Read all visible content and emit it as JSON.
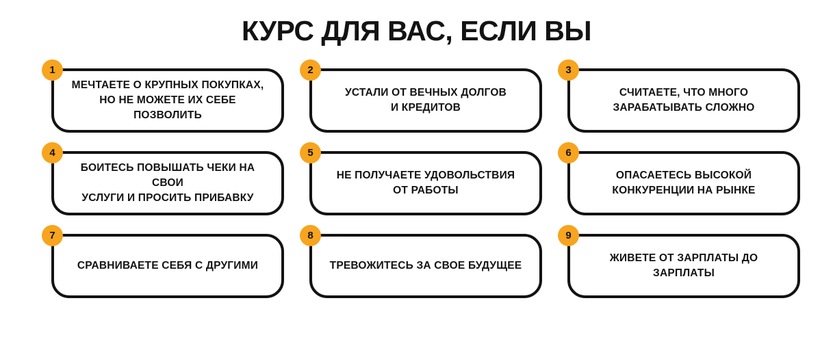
{
  "title": "КУРС ДЛЯ ВАС, ЕСЛИ ВЫ",
  "colors": {
    "accent": "#F7A41F",
    "ink": "#131313",
    "background": "#FFFFFF"
  },
  "cards": [
    {
      "number": "1",
      "text": "МЕЧТАЕТЕ О КРУПНЫХ ПОКУПКАХ,\nНО НЕ МОЖЕТЕ ИХ СЕБЕ ПОЗВОЛИТЬ"
    },
    {
      "number": "2",
      "text": "УСТАЛИ ОТ ВЕЧНЫХ ДОЛГОВ\nИ КРЕДИТОВ"
    },
    {
      "number": "3",
      "text": "СЧИТАЕТЕ, ЧТО МНОГО\nЗАРАБАТЫВАТЬ СЛОЖНО"
    },
    {
      "number": "4",
      "text": "БОИТЕСЬ ПОВЫШАТЬ ЧЕКИ НА СВОИ\nУСЛУГИ И ПРОСИТЬ ПРИБАВКУ"
    },
    {
      "number": "5",
      "text": "НЕ ПОЛУЧАЕТЕ УДОВОЛЬСТВИЯ\nОТ РАБОТЫ"
    },
    {
      "number": "6",
      "text": "ОПАСАЕТЕСЬ ВЫСОКОЙ\nКОНКУРЕНЦИИ НА РЫНКЕ"
    },
    {
      "number": "7",
      "text": "СРАВНИВАЕТЕ СЕБЯ С ДРУГИМИ"
    },
    {
      "number": "8",
      "text": "ТРЕВОЖИТЕСЬ ЗА СВОЕ БУДУЩЕЕ"
    },
    {
      "number": "9",
      "text": "ЖИВЕТЕ ОТ ЗАРПЛАТЫ ДО ЗАРПЛАТЫ"
    }
  ]
}
